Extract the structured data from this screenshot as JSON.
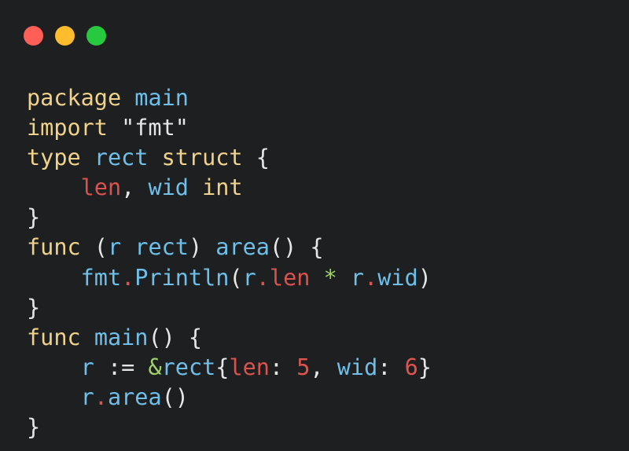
{
  "window": {
    "controls": [
      {
        "name": "close",
        "color": "#ff5f56"
      },
      {
        "name": "minimize",
        "color": "#ffbd2e"
      },
      {
        "name": "zoom",
        "color": "#27c93f"
      }
    ]
  },
  "code": {
    "language": "go",
    "lines": [
      [
        {
          "t": "package",
          "c": "kw"
        },
        {
          "t": " ",
          "c": "plain"
        },
        {
          "t": "main",
          "c": "ident"
        }
      ],
      [
        {
          "t": "import",
          "c": "kw"
        },
        {
          "t": " \"fmt\"",
          "c": "str"
        }
      ],
      [
        {
          "t": "type",
          "c": "kw"
        },
        {
          "t": " ",
          "c": "plain"
        },
        {
          "t": "rect",
          "c": "ident"
        },
        {
          "t": " ",
          "c": "plain"
        },
        {
          "t": "struct",
          "c": "kw"
        },
        {
          "t": " {",
          "c": "plain"
        }
      ],
      [
        {
          "t": "    ",
          "c": "plain"
        },
        {
          "t": "len",
          "c": "field"
        },
        {
          "t": ", ",
          "c": "plain"
        },
        {
          "t": "wid",
          "c": "ident"
        },
        {
          "t": " ",
          "c": "plain"
        },
        {
          "t": "int",
          "c": "type"
        }
      ],
      [
        {
          "t": "}",
          "c": "plain"
        }
      ],
      [
        {
          "t": "func",
          "c": "kw"
        },
        {
          "t": " (",
          "c": "plain"
        },
        {
          "t": "r",
          "c": "ident"
        },
        {
          "t": " ",
          "c": "plain"
        },
        {
          "t": "rect",
          "c": "ident"
        },
        {
          "t": ") ",
          "c": "plain"
        },
        {
          "t": "area",
          "c": "ident"
        },
        {
          "t": "() {",
          "c": "plain"
        }
      ],
      [
        {
          "t": "    ",
          "c": "plain"
        },
        {
          "t": "fmt",
          "c": "ident"
        },
        {
          "t": ".",
          "c": "field"
        },
        {
          "t": "Println",
          "c": "ident"
        },
        {
          "t": "(",
          "c": "plain"
        },
        {
          "t": "r",
          "c": "ident"
        },
        {
          "t": ".",
          "c": "field"
        },
        {
          "t": "len",
          "c": "field"
        },
        {
          "t": " ",
          "c": "plain"
        },
        {
          "t": "*",
          "c": "op"
        },
        {
          "t": " ",
          "c": "plain"
        },
        {
          "t": "r",
          "c": "ident"
        },
        {
          "t": ".",
          "c": "field"
        },
        {
          "t": "wid",
          "c": "ident"
        },
        {
          "t": ")",
          "c": "plain"
        }
      ],
      [
        {
          "t": "}",
          "c": "plain"
        }
      ],
      [
        {
          "t": "func",
          "c": "kw"
        },
        {
          "t": " ",
          "c": "plain"
        },
        {
          "t": "main",
          "c": "ident"
        },
        {
          "t": "() {",
          "c": "plain"
        }
      ],
      [
        {
          "t": "    ",
          "c": "plain"
        },
        {
          "t": "r",
          "c": "ident"
        },
        {
          "t": " := ",
          "c": "plain"
        },
        {
          "t": "&",
          "c": "op"
        },
        {
          "t": "rect",
          "c": "ident"
        },
        {
          "t": "{",
          "c": "plain"
        },
        {
          "t": "len",
          "c": "field"
        },
        {
          "t": ": ",
          "c": "plain"
        },
        {
          "t": "5",
          "c": "num"
        },
        {
          "t": ", ",
          "c": "plain"
        },
        {
          "t": "wid",
          "c": "ident"
        },
        {
          "t": ": ",
          "c": "plain"
        },
        {
          "t": "6",
          "c": "num"
        },
        {
          "t": "}",
          "c": "plain"
        }
      ],
      [
        {
          "t": "    ",
          "c": "plain"
        },
        {
          "t": "r",
          "c": "ident"
        },
        {
          "t": ".",
          "c": "field"
        },
        {
          "t": "area",
          "c": "ident"
        },
        {
          "t": "()",
          "c": "plain"
        }
      ],
      [
        {
          "t": "}",
          "c": "plain"
        }
      ]
    ]
  }
}
